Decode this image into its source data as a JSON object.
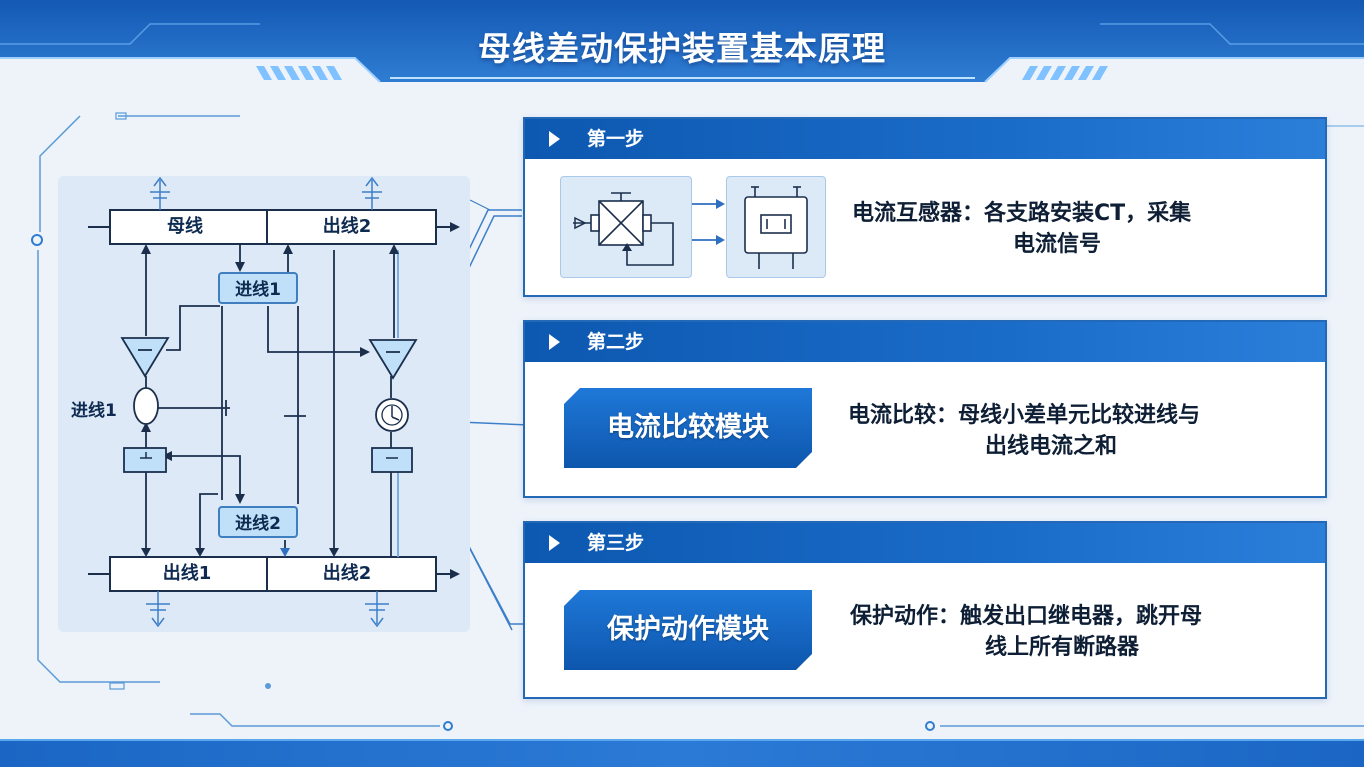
{
  "title": "母线差动保护装置基本原理",
  "diagram": {
    "bus_top_left": "母线",
    "bus_top_right": "出线2",
    "bus_bottom_left": "出线1",
    "bus_bottom_right": "出线2",
    "tag_in1": "进线1",
    "tag_in2": "进线2",
    "side_in1": "进线1"
  },
  "steps": [
    {
      "header": "第一步",
      "label": "电流互感器：",
      "text_line1": "各支路安装CT，采集",
      "text_line2": "电流信号"
    },
    {
      "header": "第二步",
      "module": "电流比较模块",
      "label": "电流比较：",
      "text_line1": "母线小差单元比较进线与",
      "text_line2": "出线电流之和"
    },
    {
      "header": "第三步",
      "module": "保护动作模块",
      "label": "保护动作：",
      "text_line1": "触发出口继电器，跳开母",
      "text_line2": "线上所有断路器"
    }
  ],
  "icons": [
    "current-transformer-icon",
    "ct-coil-icon",
    "chevron-right-icon",
    "ground-icon",
    "comparator-icon"
  ],
  "colors": {
    "primary": "#1a62be",
    "header_dark": "#0d58b0",
    "panel_bg": "#dde9f7",
    "text": "#0e1e35"
  }
}
